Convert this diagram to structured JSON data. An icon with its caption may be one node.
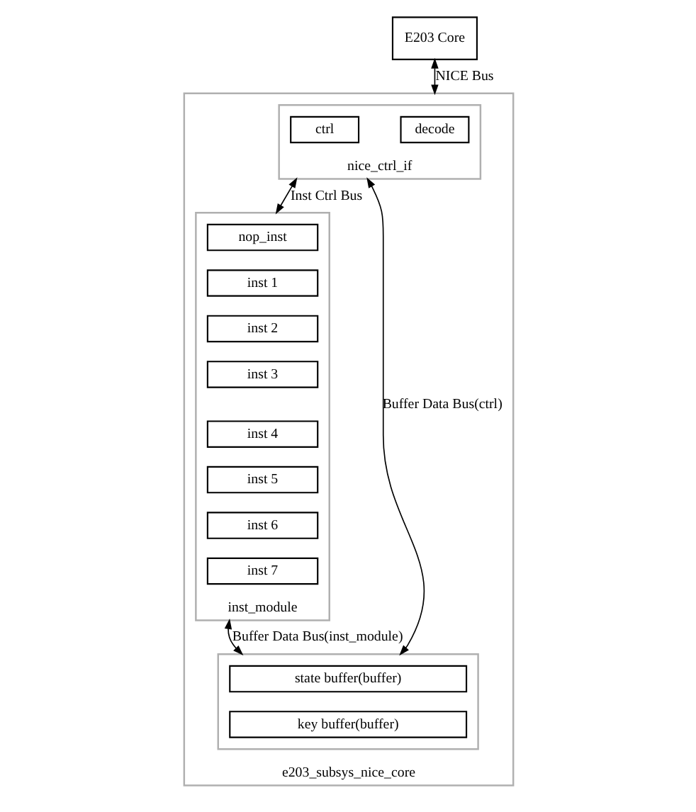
{
  "diagram": {
    "nodes": [
      {
        "text": [
          "E203 Core"
        ]
      },
      {
        "text": [
          "e203_subsys_nice_core"
        ]
      },
      {
        "text": [
          "nice_ctrl_if"
        ],
        "in": 1
      },
      {
        "text": [
          "decode"
        ],
        "in": 2
      },
      {
        "text": [
          "ctrl"
        ],
        "in": 2
      },
      {
        "text": [
          "inst_module"
        ],
        "in": 1
      },
      {
        "text": [
          "nop_inst"
        ],
        "in": 5
      },
      {
        "text": [
          "inst 1"
        ],
        "in": 5
      },
      {
        "text": [
          "inst 2"
        ],
        "in": 5
      },
      {
        "text": [
          "inst 3"
        ],
        "in": 5
      },
      {
        "text": [
          "inst 4"
        ],
        "in": 5
      },
      {
        "text": [
          "inst 5"
        ],
        "in": 5
      },
      {
        "text": [
          "inst 6"
        ],
        "in": 5
      },
      {
        "text": [
          "inst 7"
        ],
        "in": 5
      },
      {
        "text": [],
        "shape": "box",
        "in": 1
      },
      {
        "text": [
          "state buffer(buffer)"
        ],
        "in": 14
      },
      {
        "text": [
          "key buffer(buffer)"
        ],
        "in": 14
      }
    ],
    "edges": [
      {
        "from": 0,
        "to": 1,
        "arrow": "both",
        "label": "NICE Bus"
      },
      {
        "from": 2,
        "to": 5,
        "arrow": "both",
        "label": "Inst Ctrl Bus"
      },
      {
        "from": 2,
        "to": 14,
        "arrow": "both",
        "label": "Buffer Data Bus(ctrl)"
      },
      {
        "from": 5,
        "to": 14,
        "arrow": "both",
        "label": "Buffer Data Bus(inst_module)"
      }
    ]
  }
}
